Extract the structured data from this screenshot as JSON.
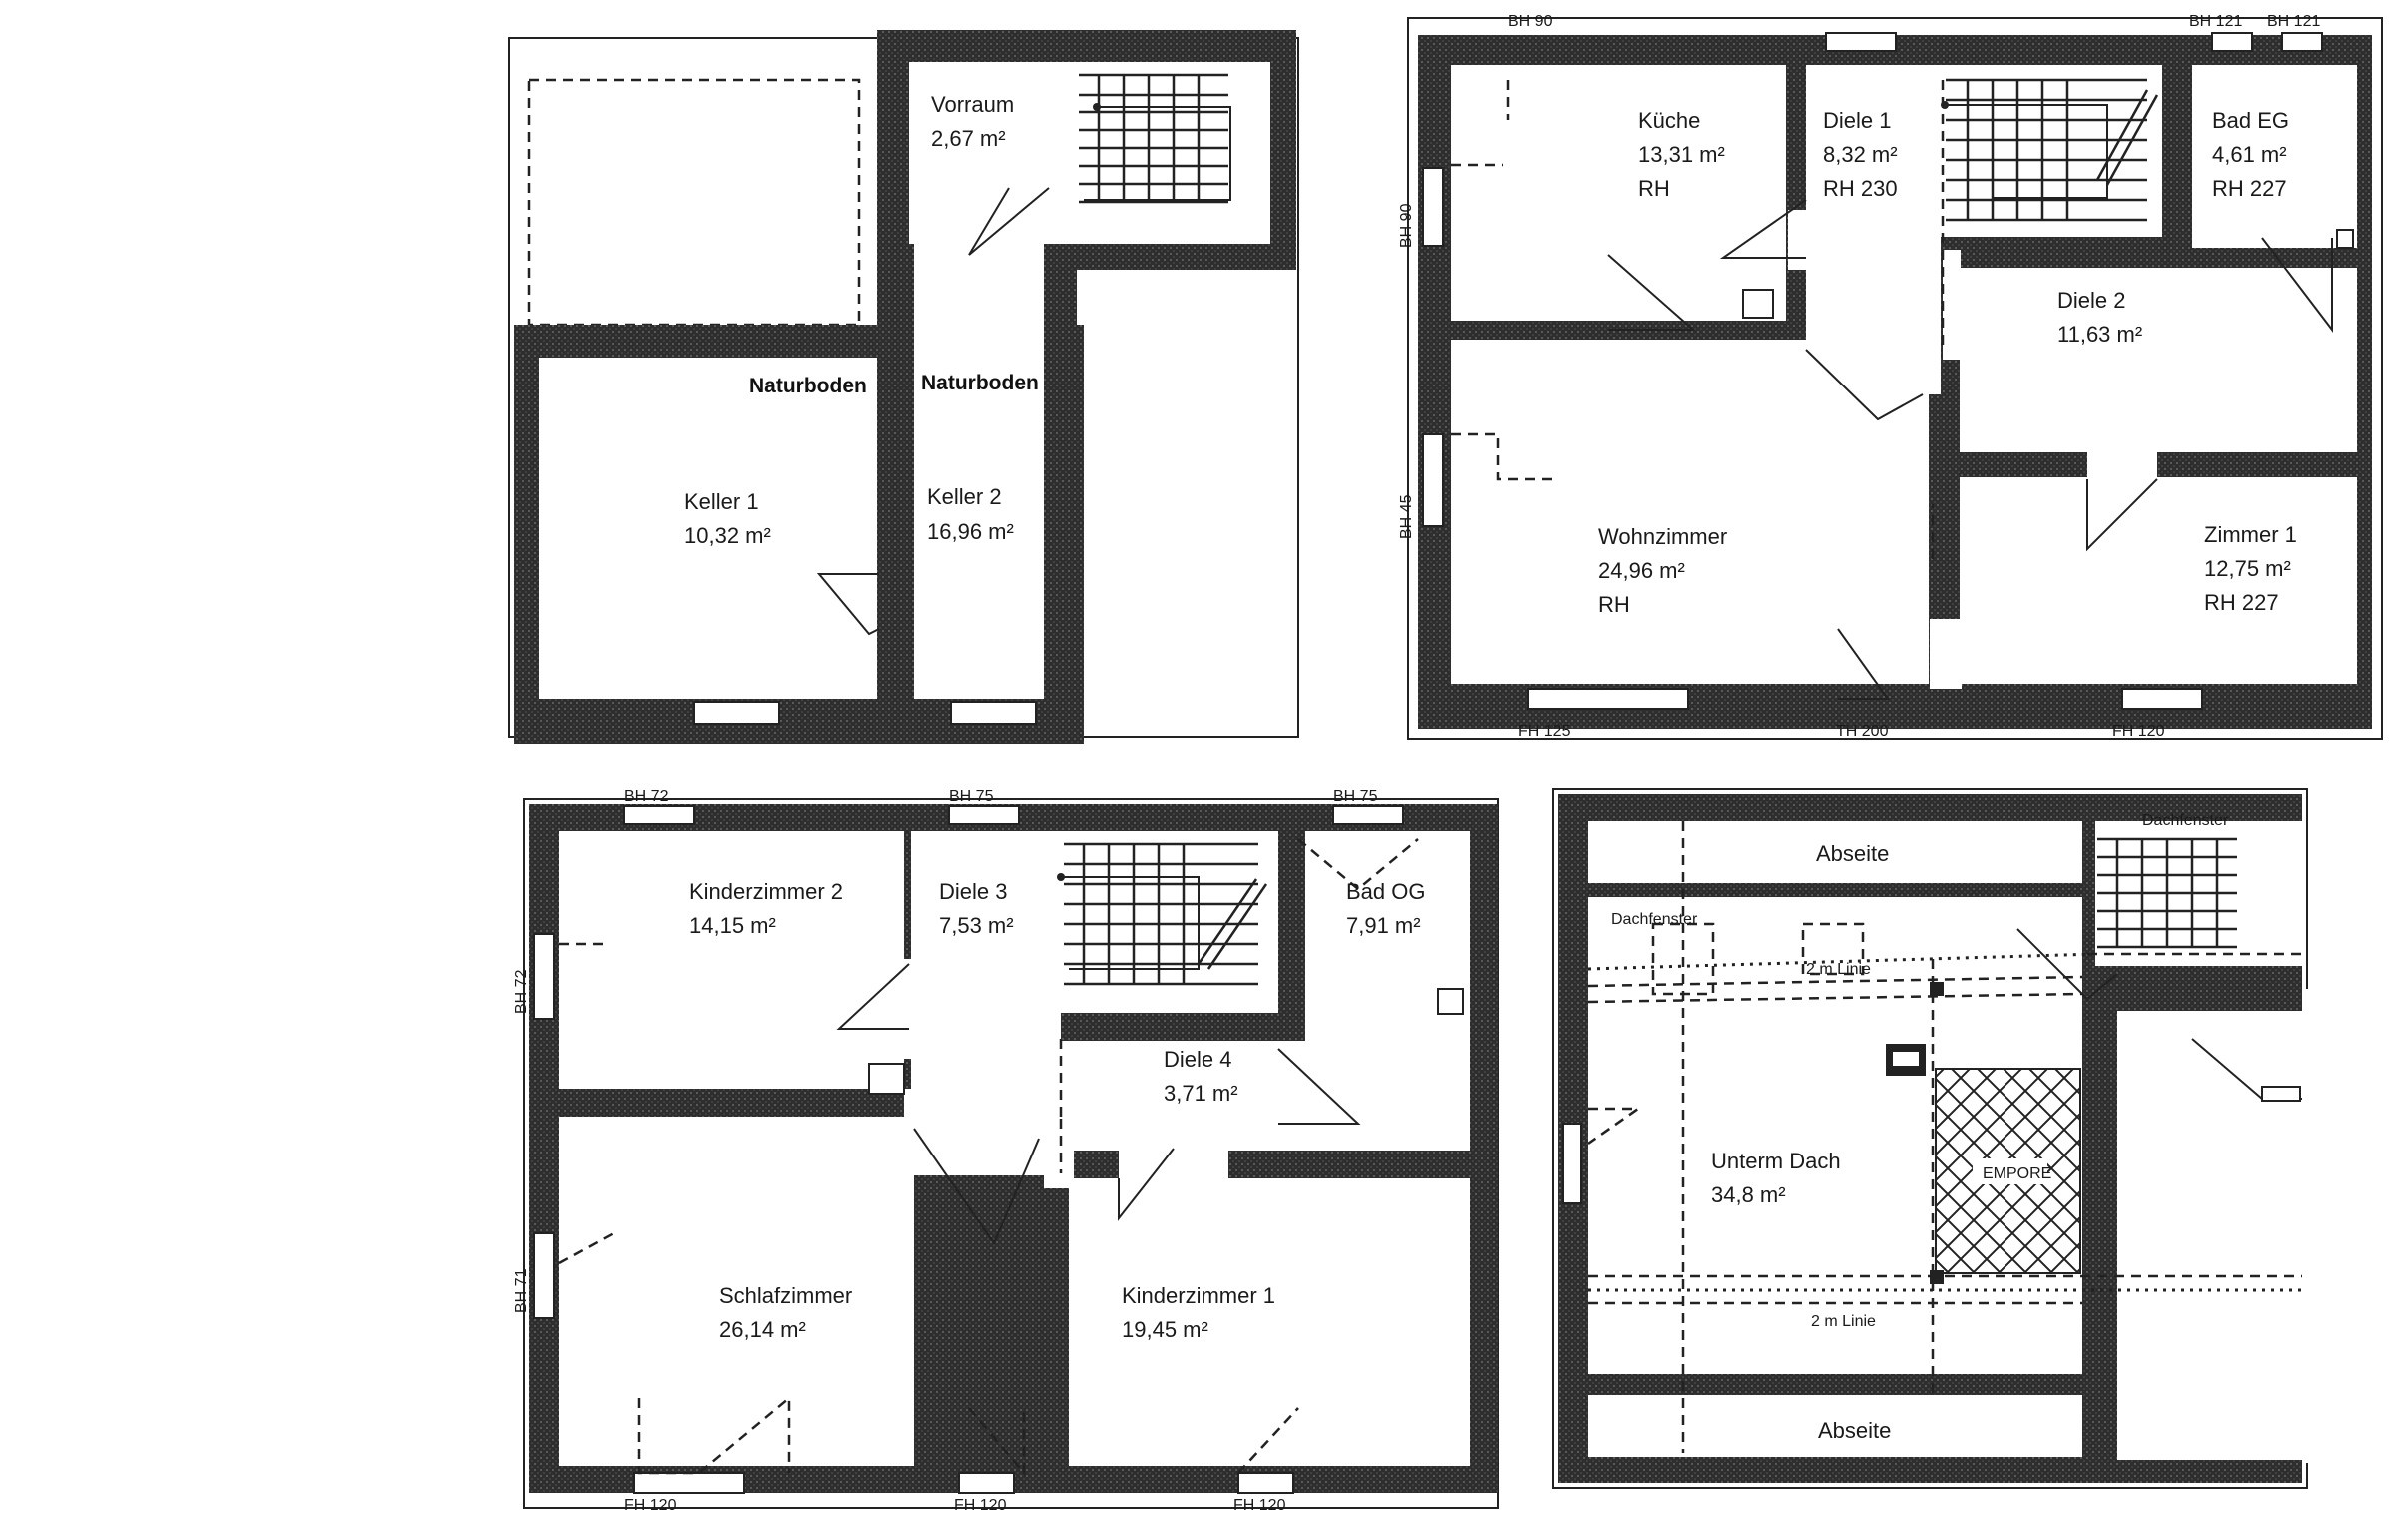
{
  "keller": {
    "naturboden_1": "Naturboden",
    "naturboden_2": "Naturboden",
    "vorraum": {
      "name": "Vorraum",
      "area": "2,67 m²"
    },
    "keller1": {
      "name": "Keller 1",
      "area": "10,32 m²"
    },
    "keller2": {
      "name": "Keller 2",
      "area": "16,96 m²"
    }
  },
  "eg": {
    "kueche": {
      "name": "Küche",
      "area": "13,31 m²",
      "rh": "RH"
    },
    "diele1": {
      "name": "Diele 1",
      "area": "8,32 m²",
      "rh": "RH 230"
    },
    "bad_eg": {
      "name": "Bad EG",
      "area": "4,61 m²",
      "rh": "RH 227"
    },
    "diele2": {
      "name": "Diele 2",
      "area": "11,63 m²"
    },
    "wohnzimmer": {
      "name": "Wohnzimmer",
      "area": "24,96 m²",
      "rh": "RH"
    },
    "zimmer1": {
      "name": "Zimmer 1",
      "area": "12,75 m²",
      "rh": "RH 227"
    },
    "bh_top_1": "BH 90",
    "bh_top_2": "BH 121",
    "bh_top_3": "BH 121",
    "bh_left_1": "BH 90",
    "bh_left_2": "BH 45",
    "fh_bottom_1": "FH 125",
    "th_bottom": "TH 200",
    "fh_bottom_2": "FH 120"
  },
  "og": {
    "kinderzimmer2": {
      "name": "Kinderzimmer 2",
      "area": "14,15 m²"
    },
    "diele3": {
      "name": "Diele 3",
      "area": "7,53 m²"
    },
    "bad_og": {
      "name": "Bad OG",
      "area": "7,91 m²"
    },
    "diele4": {
      "name": "Diele 4",
      "area": "3,71 m²"
    },
    "schlafzimmer": {
      "name": "Schlafzimmer",
      "area": "26,14 m²"
    },
    "kinderzimmer1": {
      "name": "Kinderzimmer 1",
      "area": "19,45 m²"
    },
    "bh_top_1": "BH 72",
    "bh_top_2": "BH 75",
    "bh_top_3": "BH 75",
    "bh_left_1": "BH 72",
    "bh_left_2": "BH 71",
    "fh_bottom_1": "FH 120",
    "fh_bottom_2": "FH 120",
    "fh_bottom_3": "FH 120"
  },
  "dg": {
    "abseite_top": "Abseite",
    "abseite_bottom": "Abseite",
    "dachfenster_1": "Dachfenster",
    "dachfenster_2": "Dachfenster",
    "linie_top": "2 m Linie",
    "linie_bottom": "2 m Linie",
    "unterm_dach": {
      "name": "Unterm Dach",
      "area": "34,8 m²"
    },
    "empore": "EMPORE"
  }
}
